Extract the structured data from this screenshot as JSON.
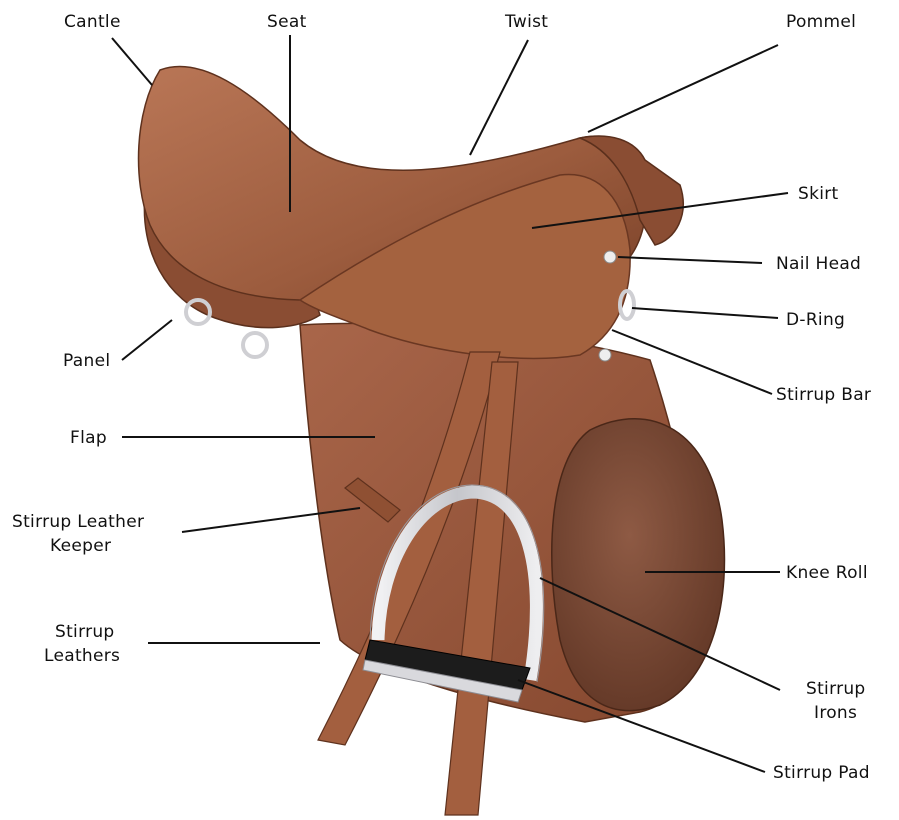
{
  "colors": {
    "leather": "#9a5a3c",
    "leather_dark": "#6e3a22",
    "leather_light": "#b57252",
    "knee_roll": "#7e4d38",
    "steel": "#d8d8dc",
    "pad": "#1c1c1c",
    "background": "#ffffff",
    "label_text": "#111111"
  },
  "labels": {
    "cantle": "Cantle",
    "seat": "Seat",
    "twist": "Twist",
    "pommel": "Pommel",
    "skirt": "Skirt",
    "nail_head": "Nail Head",
    "d_ring": "D-Ring",
    "stirrup_bar": "Stirrup Bar",
    "panel": "Panel",
    "flap": "Flap",
    "stirrup_leather_keeper": [
      "Stirrup Leather",
      "Keeper"
    ],
    "knee_roll": "Knee Roll",
    "stirrup_leathers": [
      "Stirrup",
      "Leathers"
    ],
    "stirrup_irons": [
      "Stirrup",
      "Irons"
    ],
    "stirrup_pad": "Stirrup Pad"
  }
}
